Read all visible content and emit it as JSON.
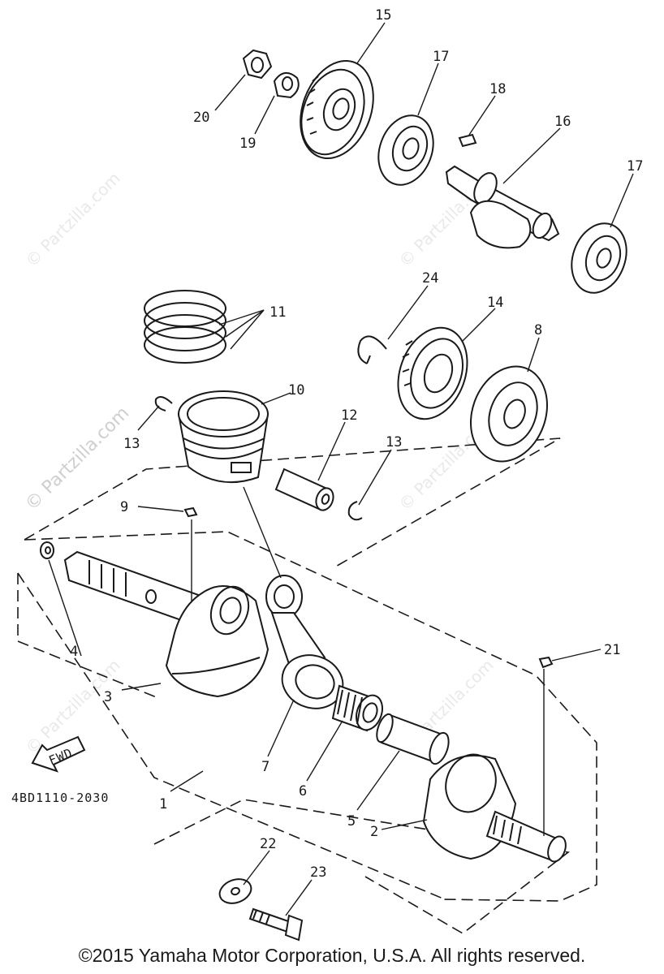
{
  "diagram": {
    "part_number": "4BD1110-2030",
    "fwd_label": "FWD",
    "copyright": "©2015 Yamaha Motor Corporation, U.S.A. All rights reserved.",
    "watermark": "© Partzilla.com",
    "callouts": {
      "c1": "1",
      "c2": "2",
      "c3": "3",
      "c4": "4",
      "c5": "5",
      "c6": "6",
      "c7": "7",
      "c8": "8",
      "c9": "9",
      "c10": "10",
      "c11": "11",
      "c12": "12",
      "c13a": "13",
      "c13b": "13",
      "c14": "14",
      "c15": "15",
      "c16": "16",
      "c17a": "17",
      "c17b": "17",
      "c18": "18",
      "c19": "19",
      "c20": "20",
      "c21": "21",
      "c22": "22",
      "c23": "23",
      "c24": "24"
    }
  }
}
